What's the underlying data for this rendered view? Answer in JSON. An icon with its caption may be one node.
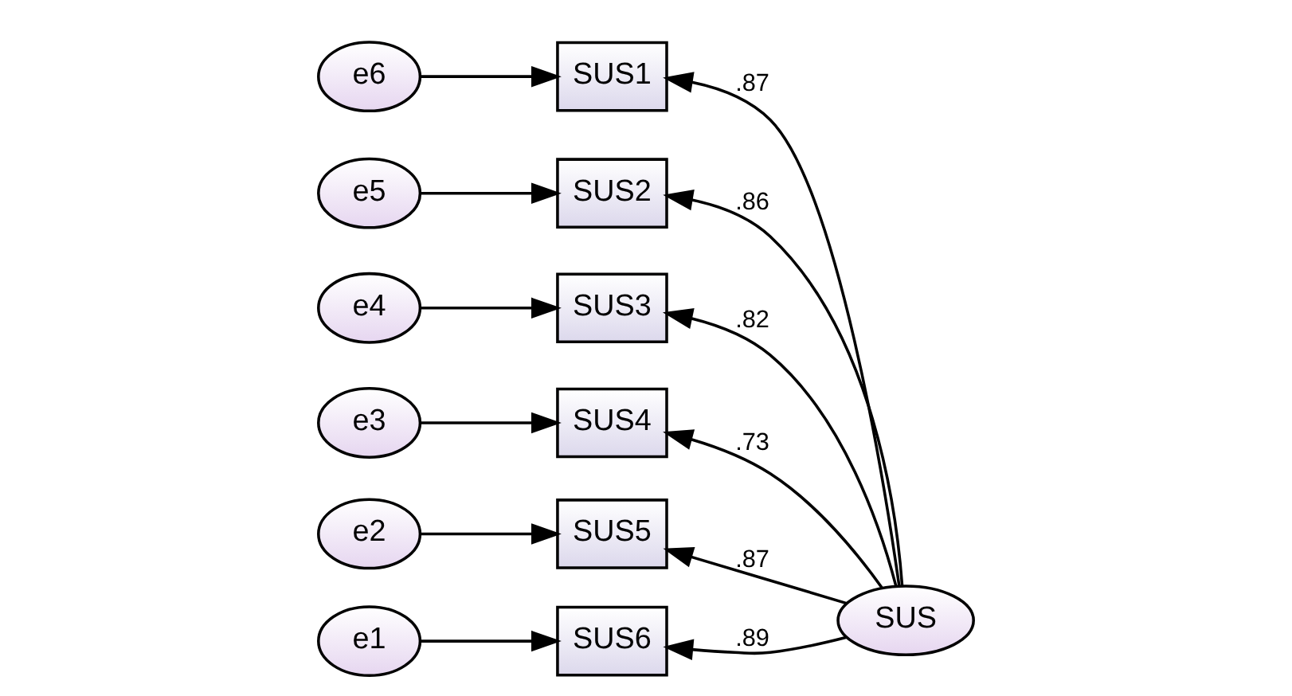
{
  "diagram": {
    "nodes": [
      {
        "text": [
          "e6"
        ]
      },
      {
        "text": [
          "e5"
        ]
      },
      {
        "text": [
          "e4"
        ]
      },
      {
        "text": [
          "e3"
        ]
      },
      {
        "text": [
          "e2"
        ]
      },
      {
        "text": [
          "e1"
        ]
      },
      {
        "text": [
          "SUS1"
        ]
      },
      {
        "text": [
          "SUS2"
        ]
      },
      {
        "text": [
          "SUS3"
        ]
      },
      {
        "text": [
          "SUS4"
        ]
      },
      {
        "text": [
          "SUS5"
        ]
      },
      {
        "text": [
          "SUS6"
        ]
      },
      {
        "text": [
          "SUS"
        ]
      }
    ],
    "edges": [
      {
        "from": 0,
        "to": 6,
        "arrow": "to"
      },
      {
        "from": 1,
        "to": 7,
        "arrow": "to"
      },
      {
        "from": 2,
        "to": 8,
        "arrow": "to"
      },
      {
        "from": 3,
        "to": 9,
        "arrow": "to"
      },
      {
        "from": 4,
        "to": 10,
        "arrow": "to"
      },
      {
        "from": 5,
        "to": 11,
        "arrow": "to"
      },
      {
        "from": 12,
        "to": 6,
        "arrow": "to",
        "label": ".87"
      },
      {
        "from": 12,
        "to": 7,
        "arrow": "to",
        "label": ".86"
      },
      {
        "from": 12,
        "to": 8,
        "arrow": "to",
        "label": ".82"
      },
      {
        "from": 12,
        "to": 9,
        "arrow": "to",
        "label": ".73"
      },
      {
        "from": 12,
        "to": 10,
        "arrow": "to",
        "label": ".87"
      },
      {
        "from": 12,
        "to": 11,
        "arrow": "to",
        "label": ".89"
      }
    ]
  }
}
